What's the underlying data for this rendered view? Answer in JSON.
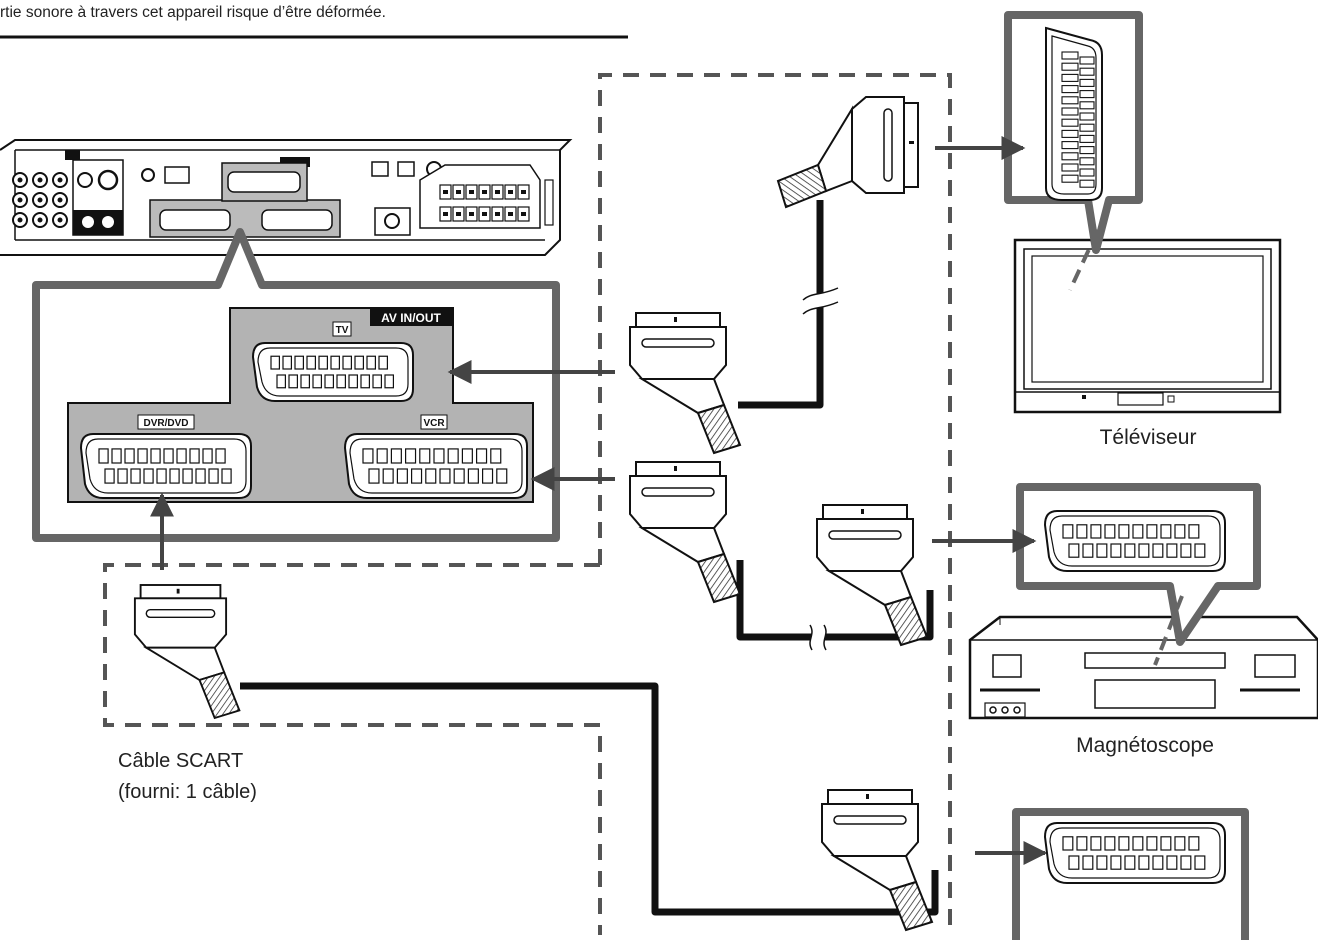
{
  "header_note": "rtie sonore à travers cet appareil risque d’être déformée.",
  "panel": {
    "section_label": "AV IN/OUT",
    "tv_label": "TV",
    "dvr_label": "DVR/DVD",
    "vcr_label": "VCR"
  },
  "devices": {
    "tv": "Téléviseur",
    "vcr": "Magnétoscope"
  },
  "cable": {
    "line1": "Câble SCART",
    "line2": "(fourni: 1 câble)"
  },
  "colors": {
    "frame": "#666666",
    "panel_fill": "#b3b3b3",
    "line": "#111111",
    "arrow": "#444444"
  }
}
